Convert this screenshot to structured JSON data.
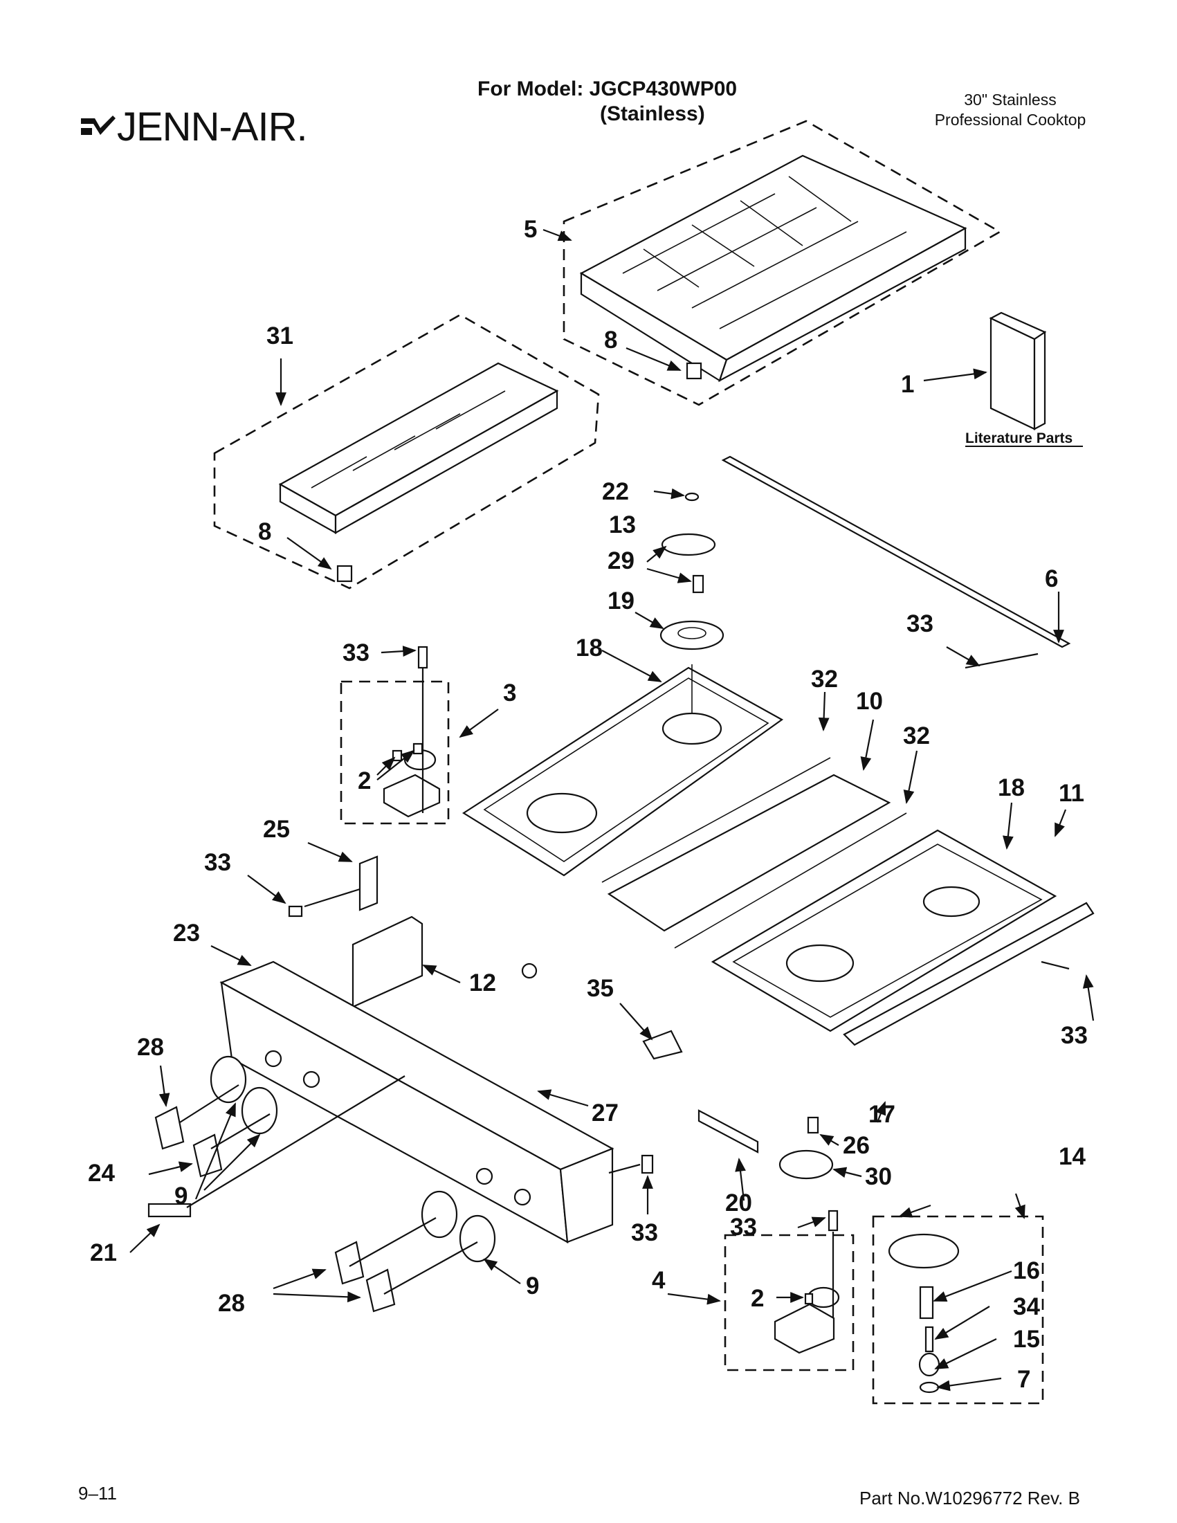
{
  "header": {
    "brand": "JENN-AIR.",
    "model_line": "For Model: JGCP430WP00",
    "model_finish": "(Stainless)",
    "product_line1": "30\" Stainless",
    "product_line2": "Professional Cooktop"
  },
  "literature_label": "Literature Parts",
  "footer": {
    "date_code": "9–11",
    "part_number": "Part No.W10296772 Rev. B"
  },
  "callouts": {
    "c1": "1",
    "c2a": "2",
    "c2b": "2",
    "c3": "3",
    "c4": "4",
    "c5": "5",
    "c6": "6",
    "c7": "7",
    "c8a": "8",
    "c8b": "8",
    "c9a": "9",
    "c9b": "9",
    "c10": "10",
    "c11": "11",
    "c12": "12",
    "c13": "13",
    "c14": "14",
    "c15": "15",
    "c16": "16",
    "c17": "17",
    "c18a": "18",
    "c18b": "18",
    "c19": "19",
    "c20": "20",
    "c21": "21",
    "c22": "22",
    "c23": "23",
    "c24": "24",
    "c25": "25",
    "c26": "26",
    "c27": "27",
    "c28a": "28",
    "c28b": "28",
    "c29": "29",
    "c30": "30",
    "c31": "31",
    "c32a": "32",
    "c32b": "32",
    "c33a": "33",
    "c33b": "33",
    "c33c": "33",
    "c33d": "33",
    "c33e": "33",
    "c33f": "33",
    "c34": "34",
    "c35": "35"
  }
}
